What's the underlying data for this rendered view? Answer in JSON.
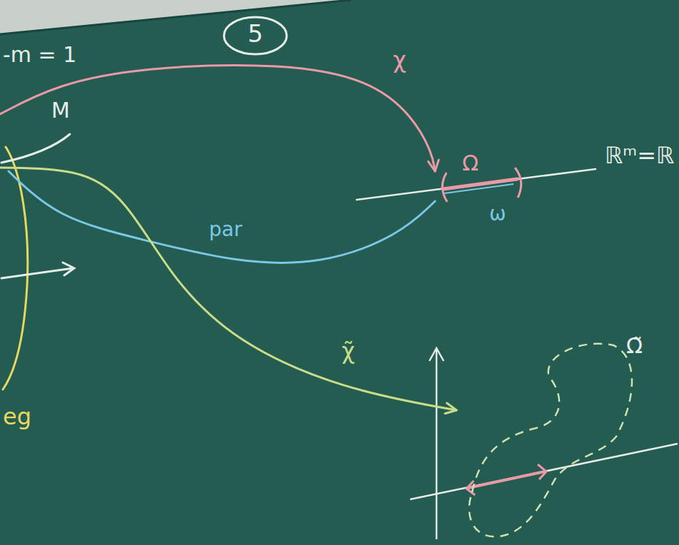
{
  "diagram": {
    "nodes": [
      {
        "text": [
          "5"
        ]
      },
      {
        "text": [
          "M"
        ]
      },
      {
        "text": [
          "Ω",
          "ω"
        ]
      },
      {
        "text": [
          "Ω̃"
        ]
      }
    ],
    "edges": [
      {
        "from": 1,
        "to": 2,
        "arrow": "to",
        "label": "χ"
      },
      {
        "from": 2,
        "to": 1,
        "arrow": "none",
        "label": "par"
      },
      {
        "from": 1,
        "to": 3,
        "arrow": "to",
        "label": "χ̃"
      }
    ],
    "labels": [
      "-m = 1",
      "ℝᵐ=ℝ",
      "eg"
    ]
  }
}
